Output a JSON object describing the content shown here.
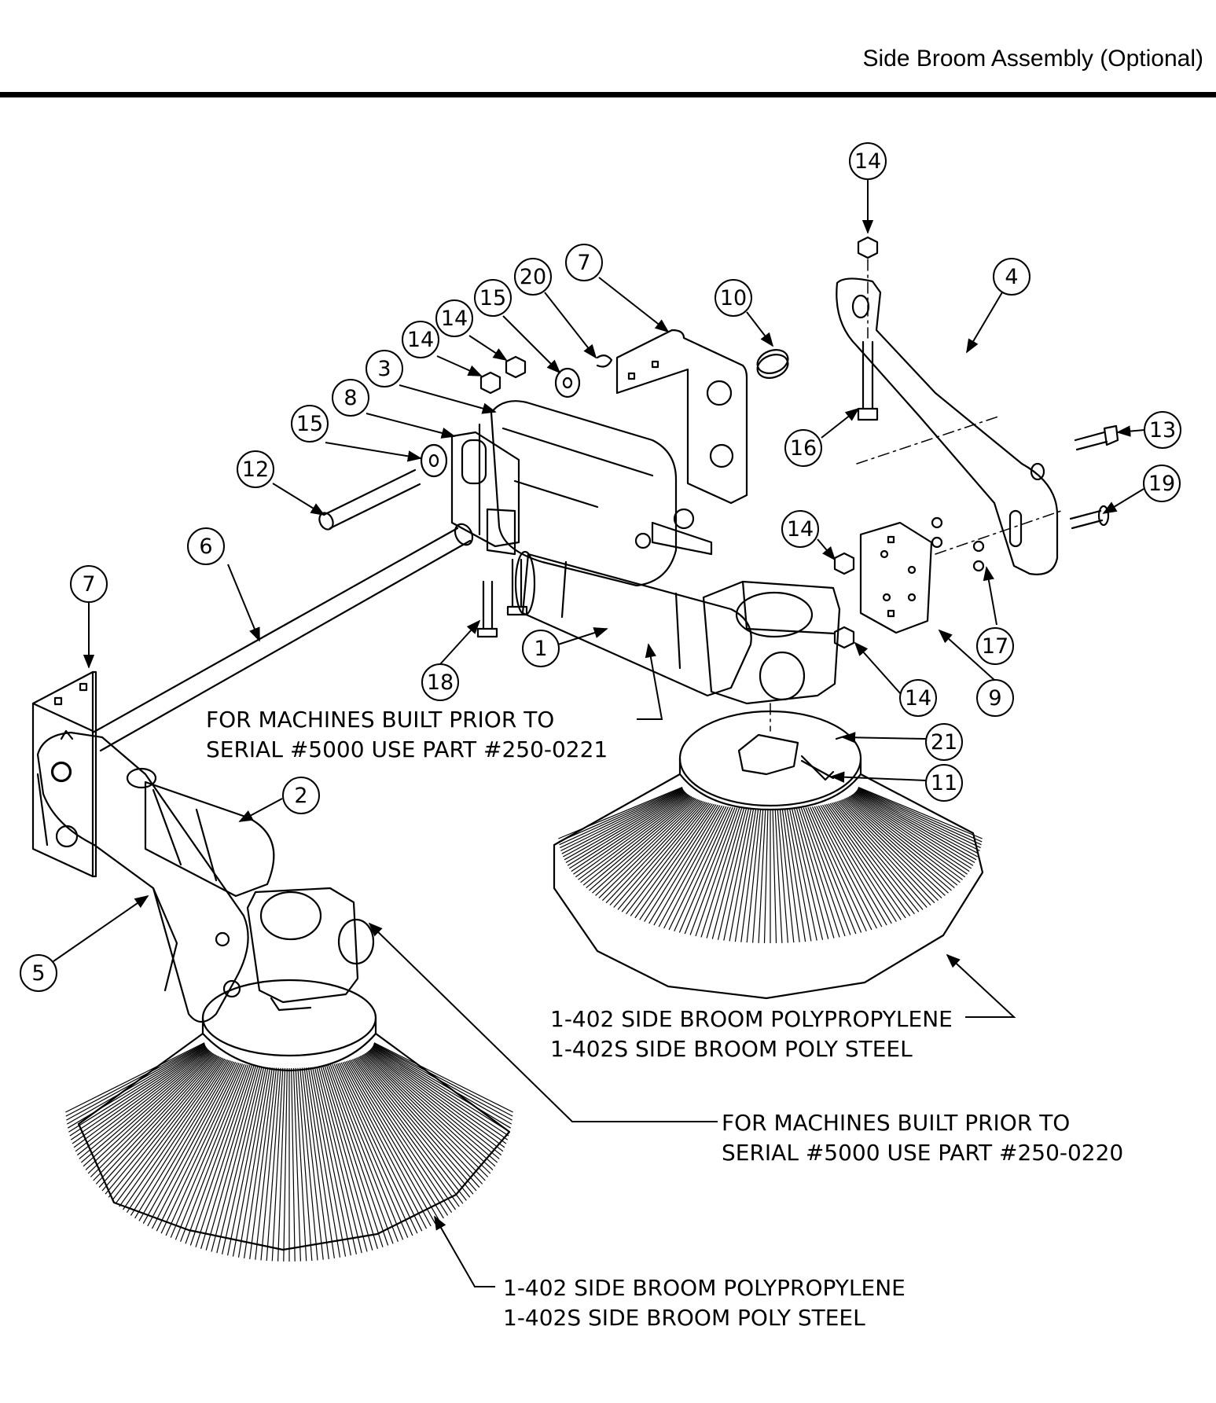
{
  "header": {
    "title": "Side Broom Assembly (Optional)"
  },
  "callouts": [
    {
      "id": "c14a",
      "label": "14"
    },
    {
      "id": "c4",
      "label": "4"
    },
    {
      "id": "c7a",
      "label": "7"
    },
    {
      "id": "c10",
      "label": "10"
    },
    {
      "id": "c20",
      "label": "20"
    },
    {
      "id": "c15a",
      "label": "15"
    },
    {
      "id": "c14b",
      "label": "14"
    },
    {
      "id": "c14c",
      "label": "14"
    },
    {
      "id": "c3",
      "label": "3"
    },
    {
      "id": "c8",
      "label": "8"
    },
    {
      "id": "c15b",
      "label": "15"
    },
    {
      "id": "c12",
      "label": "12"
    },
    {
      "id": "c16",
      "label": "16"
    },
    {
      "id": "c13",
      "label": "13"
    },
    {
      "id": "c19",
      "label": "19"
    },
    {
      "id": "c6",
      "label": "6"
    },
    {
      "id": "c7b",
      "label": "7"
    },
    {
      "id": "c14d",
      "label": "14"
    },
    {
      "id": "c17",
      "label": "17"
    },
    {
      "id": "c1",
      "label": "1"
    },
    {
      "id": "c18",
      "label": "18"
    },
    {
      "id": "c14e",
      "label": "14"
    },
    {
      "id": "c9",
      "label": "9"
    },
    {
      "id": "c21",
      "label": "21"
    },
    {
      "id": "c11",
      "label": "11"
    },
    {
      "id": "c2",
      "label": "2"
    },
    {
      "id": "c5",
      "label": "5"
    }
  ],
  "notes": {
    "motor_note_line1": "FOR MACHINES BUILT PRIOR TO",
    "motor_note_line2": "SERIAL #5000 USE PART #250-0221",
    "broom_right_line1": "1-402 SIDE BROOM POLYPROPYLENE",
    "broom_right_line2": "1-402S SIDE BROOM POLY STEEL",
    "gearbox_note_line1": "FOR MACHINES BUILT PRIOR TO",
    "gearbox_note_line2": "SERIAL #5000 USE PART #250-0220",
    "broom_left_line1": "1-402 SIDE BROOM POLYPROPYLENE",
    "broom_left_line2": "1-402S SIDE BROOM POLY STEEL"
  }
}
